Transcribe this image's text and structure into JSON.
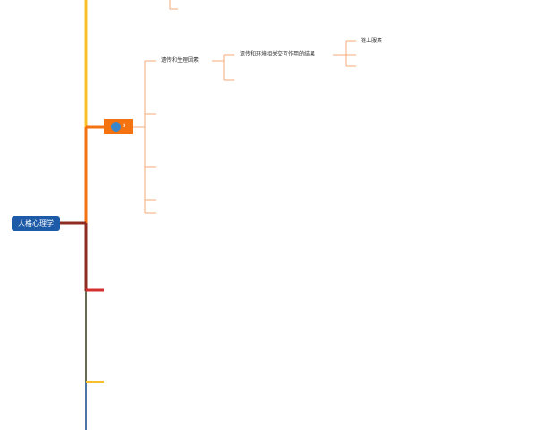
{
  "colors": {
    "root_fill": "#1d5aa7",
    "branch_fill": "#f57210",
    "branch_icon": "#3a86c8",
    "trunk_yellow": "#f7c02b",
    "trunk_orange": "#f57210",
    "trunk_dark_red": "#8e2c22",
    "trunk_olive": "#666a50",
    "trunk_blue": "#4a76a8",
    "red_branch": "#d32f2f",
    "connector_light": "#f7a979"
  },
  "mindmap": {
    "root": {
      "label": "人格心理学"
    },
    "branch": {
      "icon": "globe-icon",
      "label": "3"
    },
    "nodes": {
      "genetics": {
        "label": "遗传和生理因素"
      },
      "interaction": {
        "label": "遗传和环境相关交互作用的结果"
      },
      "chain": {
        "label": "链上服素"
      }
    }
  }
}
